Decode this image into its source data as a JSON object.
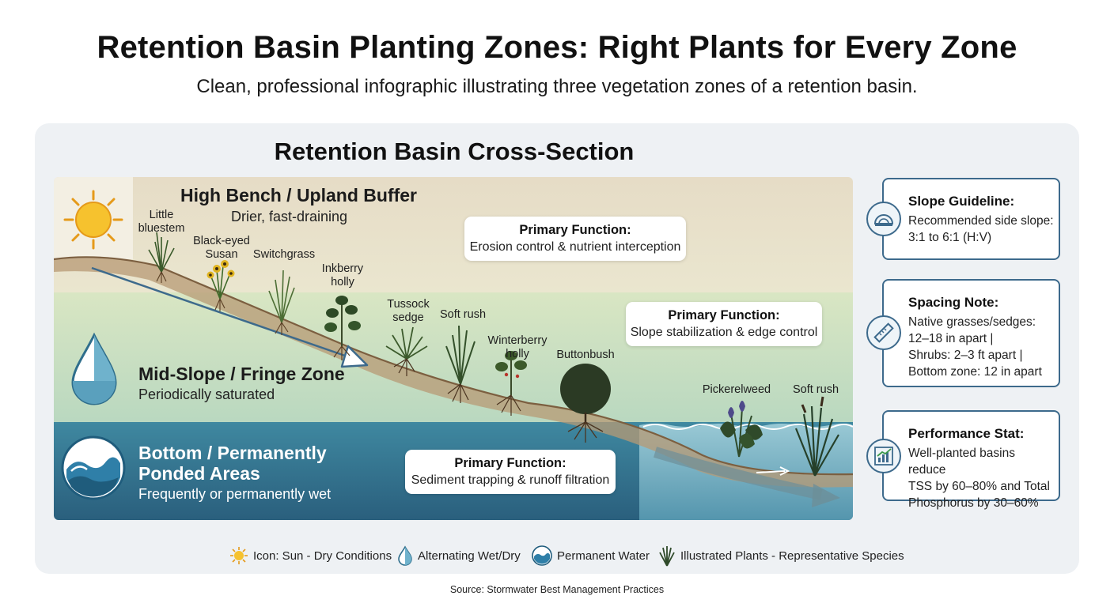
{
  "header": {
    "title": "Retention Basin Planting Zones: Right Plants for Every Zone",
    "subtitle": "Clean, professional infographic illustrating three vegetation zones of a retention basin."
  },
  "diagram": {
    "title": "Retention Basin Cross-Section",
    "zones": [
      {
        "name": "High Bench / Upland Buffer",
        "description": "Drier, fast-draining",
        "icon": "sun-icon"
      },
      {
        "name": "Mid-Slope / Fringe Zone",
        "description": "Periodically saturated",
        "icon": "water-drop-icon"
      },
      {
        "name_line1": "Bottom / Permanently",
        "name_line2": "Ponded Areas",
        "description": "Frequently or permanently wet",
        "icon": "wave-icon"
      }
    ],
    "functions": [
      {
        "title": "Primary Function:",
        "text": "Erosion control & nutrient interception"
      },
      {
        "title": "Primary Function:",
        "text": "Slope stabilization & edge control"
      },
      {
        "title": "Primary Function:",
        "text": "Sediment trapping & runoff filtration"
      }
    ],
    "plants": [
      {
        "line1": "Little",
        "line2": "bluestem"
      },
      {
        "line1": "Black-eyed",
        "line2": "Susan"
      },
      {
        "line1": "Switchgrass",
        "line2": ""
      },
      {
        "line1": "Inkberry",
        "line2": "holly"
      },
      {
        "line1": "Tussock",
        "line2": "sedge"
      },
      {
        "line1": "Soft rush",
        "line2": ""
      },
      {
        "line1": "Winterberry",
        "line2": "holly"
      },
      {
        "line1": "Buttonbush",
        "line2": ""
      },
      {
        "line1": "Pickerelweed",
        "line2": ""
      },
      {
        "line1": "Soft rush",
        "line2": ""
      }
    ],
    "colors": {
      "upland": "#e8dfcc",
      "fringe": "#cfe0bd",
      "water": "#2f6e8c",
      "soil": "#8c6b4a",
      "arrow": "#3d6a8c"
    }
  },
  "sidebar": {
    "slope": {
      "title": "Slope Guideline:",
      "lines": [
        "Recommended side slope:",
        "3:1 to 6:1 (H:V)"
      ],
      "icon": "protractor-icon"
    },
    "spacing": {
      "title": "Spacing Note:",
      "lines": [
        "Native grasses/sedges:",
        "12–18 in apart |",
        "Shrubs: 2–3 ft apart |",
        "Bottom zone: 12 in apart"
      ],
      "icon": "ruler-icon"
    },
    "performance": {
      "title": "Performance Stat:",
      "lines": [
        "Well-planted basins reduce",
        "TSS by 60–80% and Total",
        "Phosphorus by 30–60%"
      ],
      "icon": "chart-icon"
    }
  },
  "legend": [
    {
      "label": "Icon: Sun - Dry Conditions",
      "icon": "sun-icon"
    },
    {
      "label": "Alternating Wet/Dry",
      "icon": "water-drop-icon"
    },
    {
      "label": "Permanent Water",
      "icon": "wave-icon"
    },
    {
      "label": "Illustrated Plants - Representative Species",
      "icon": "plant-icon"
    }
  ],
  "footer": {
    "source": "Source: Stormwater Best Management Practices"
  }
}
